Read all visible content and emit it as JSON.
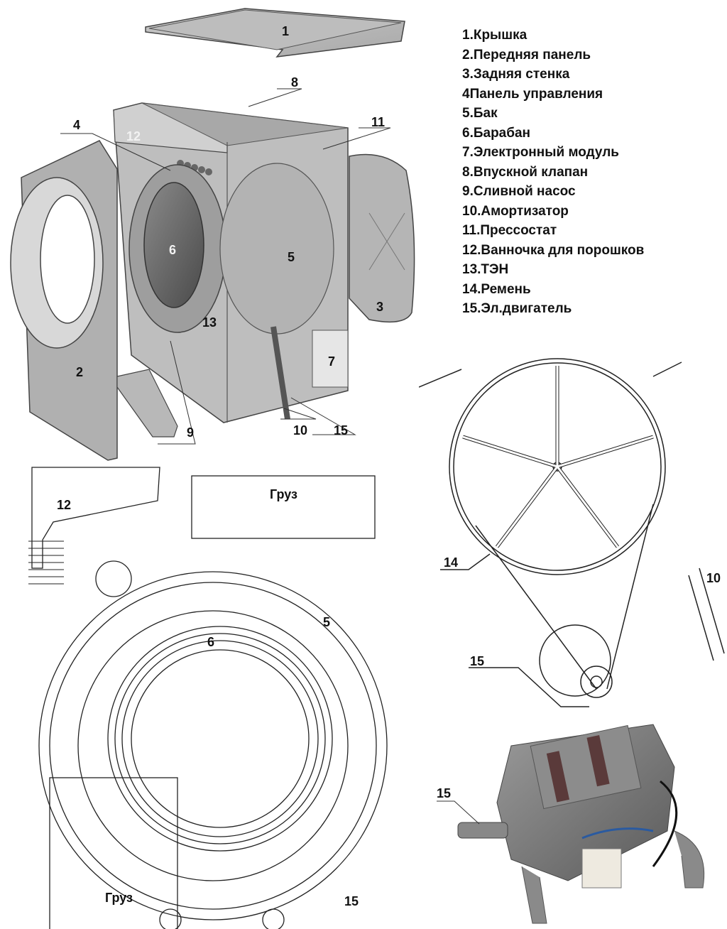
{
  "legend": {
    "items": [
      "1.Крышка",
      "2.Передняя панель",
      "3.Задняя стенка",
      "4Панель управления",
      "5.Бак",
      "6.Барабан",
      "7.Электронный модуль",
      "8.Впускной клапан",
      "9.Сливной насос",
      "10.Амортизатор",
      "11.Прессостат",
      "12.Ванночка для порошков",
      "13.ТЭН",
      "14.Ремень",
      "15.Эл.двигатель"
    ]
  },
  "exploded_view": {
    "callouts": [
      "1",
      "2",
      "3",
      "4",
      "5",
      "6",
      "7",
      "8",
      "9",
      "10",
      "11",
      "12",
      "13",
      "15"
    ]
  },
  "tank_drawing": {
    "callouts": {
      "powder_tray": "12",
      "tank": "5",
      "drum": "6",
      "motor": "15"
    },
    "weight_top": "Груз",
    "weight_bottom": "Груз"
  },
  "belt_drawing": {
    "callouts": {
      "belt": "14",
      "motor": "15",
      "damper": "10"
    }
  },
  "motor_photo": {
    "callouts": {
      "motor": "15"
    }
  }
}
